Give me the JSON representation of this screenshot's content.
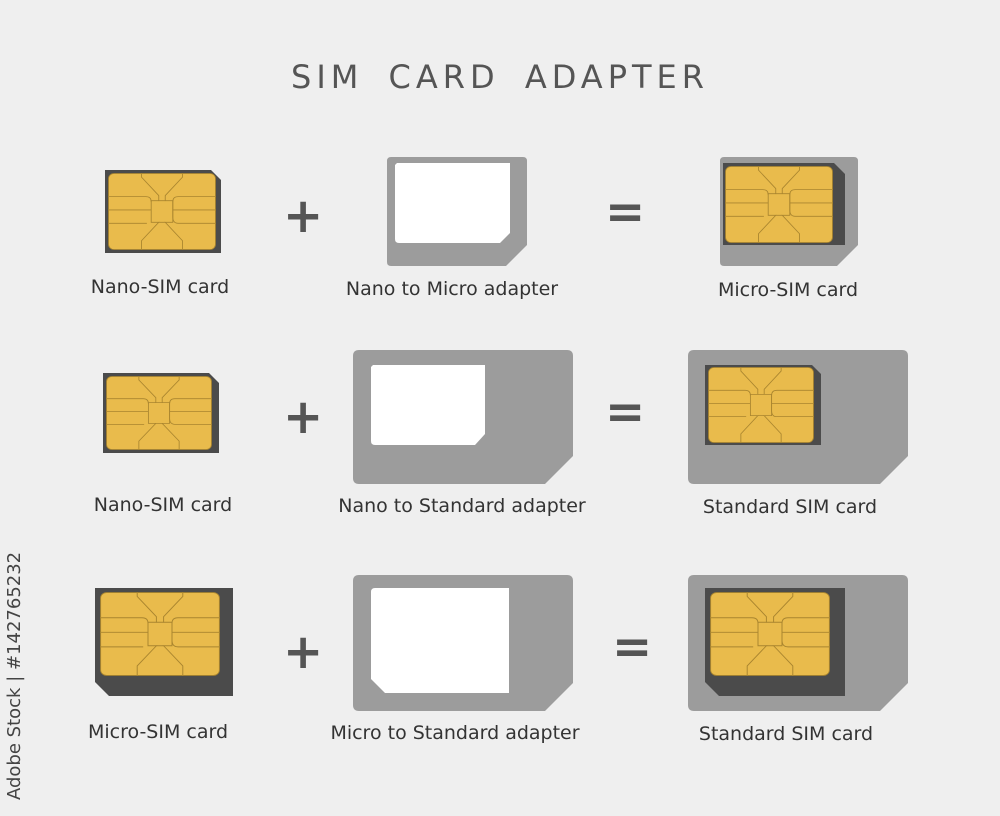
{
  "title": "SIM  CARD ADAPTER",
  "rows": [
    {
      "input": "Nano-SIM card",
      "adapter": "Nano to Micro adapter",
      "result": "Micro-SIM card"
    },
    {
      "input": "Nano-SIM card",
      "adapter": "Nano to Standard adapter",
      "result": "Standard SIM card"
    },
    {
      "input": "Micro-SIM card",
      "adapter": "Micro to Standard adapter",
      "result": "Standard SIM card"
    }
  ],
  "operators": {
    "plus": "+",
    "equals": "="
  },
  "credit": "Adobe Stock | #142765232",
  "colors": {
    "chip": "#e9bb4c",
    "chip_line": "#a9852f",
    "card_dark": "#4b4b4b",
    "adapter": "#9c9c9c",
    "window": "#ffffff"
  }
}
